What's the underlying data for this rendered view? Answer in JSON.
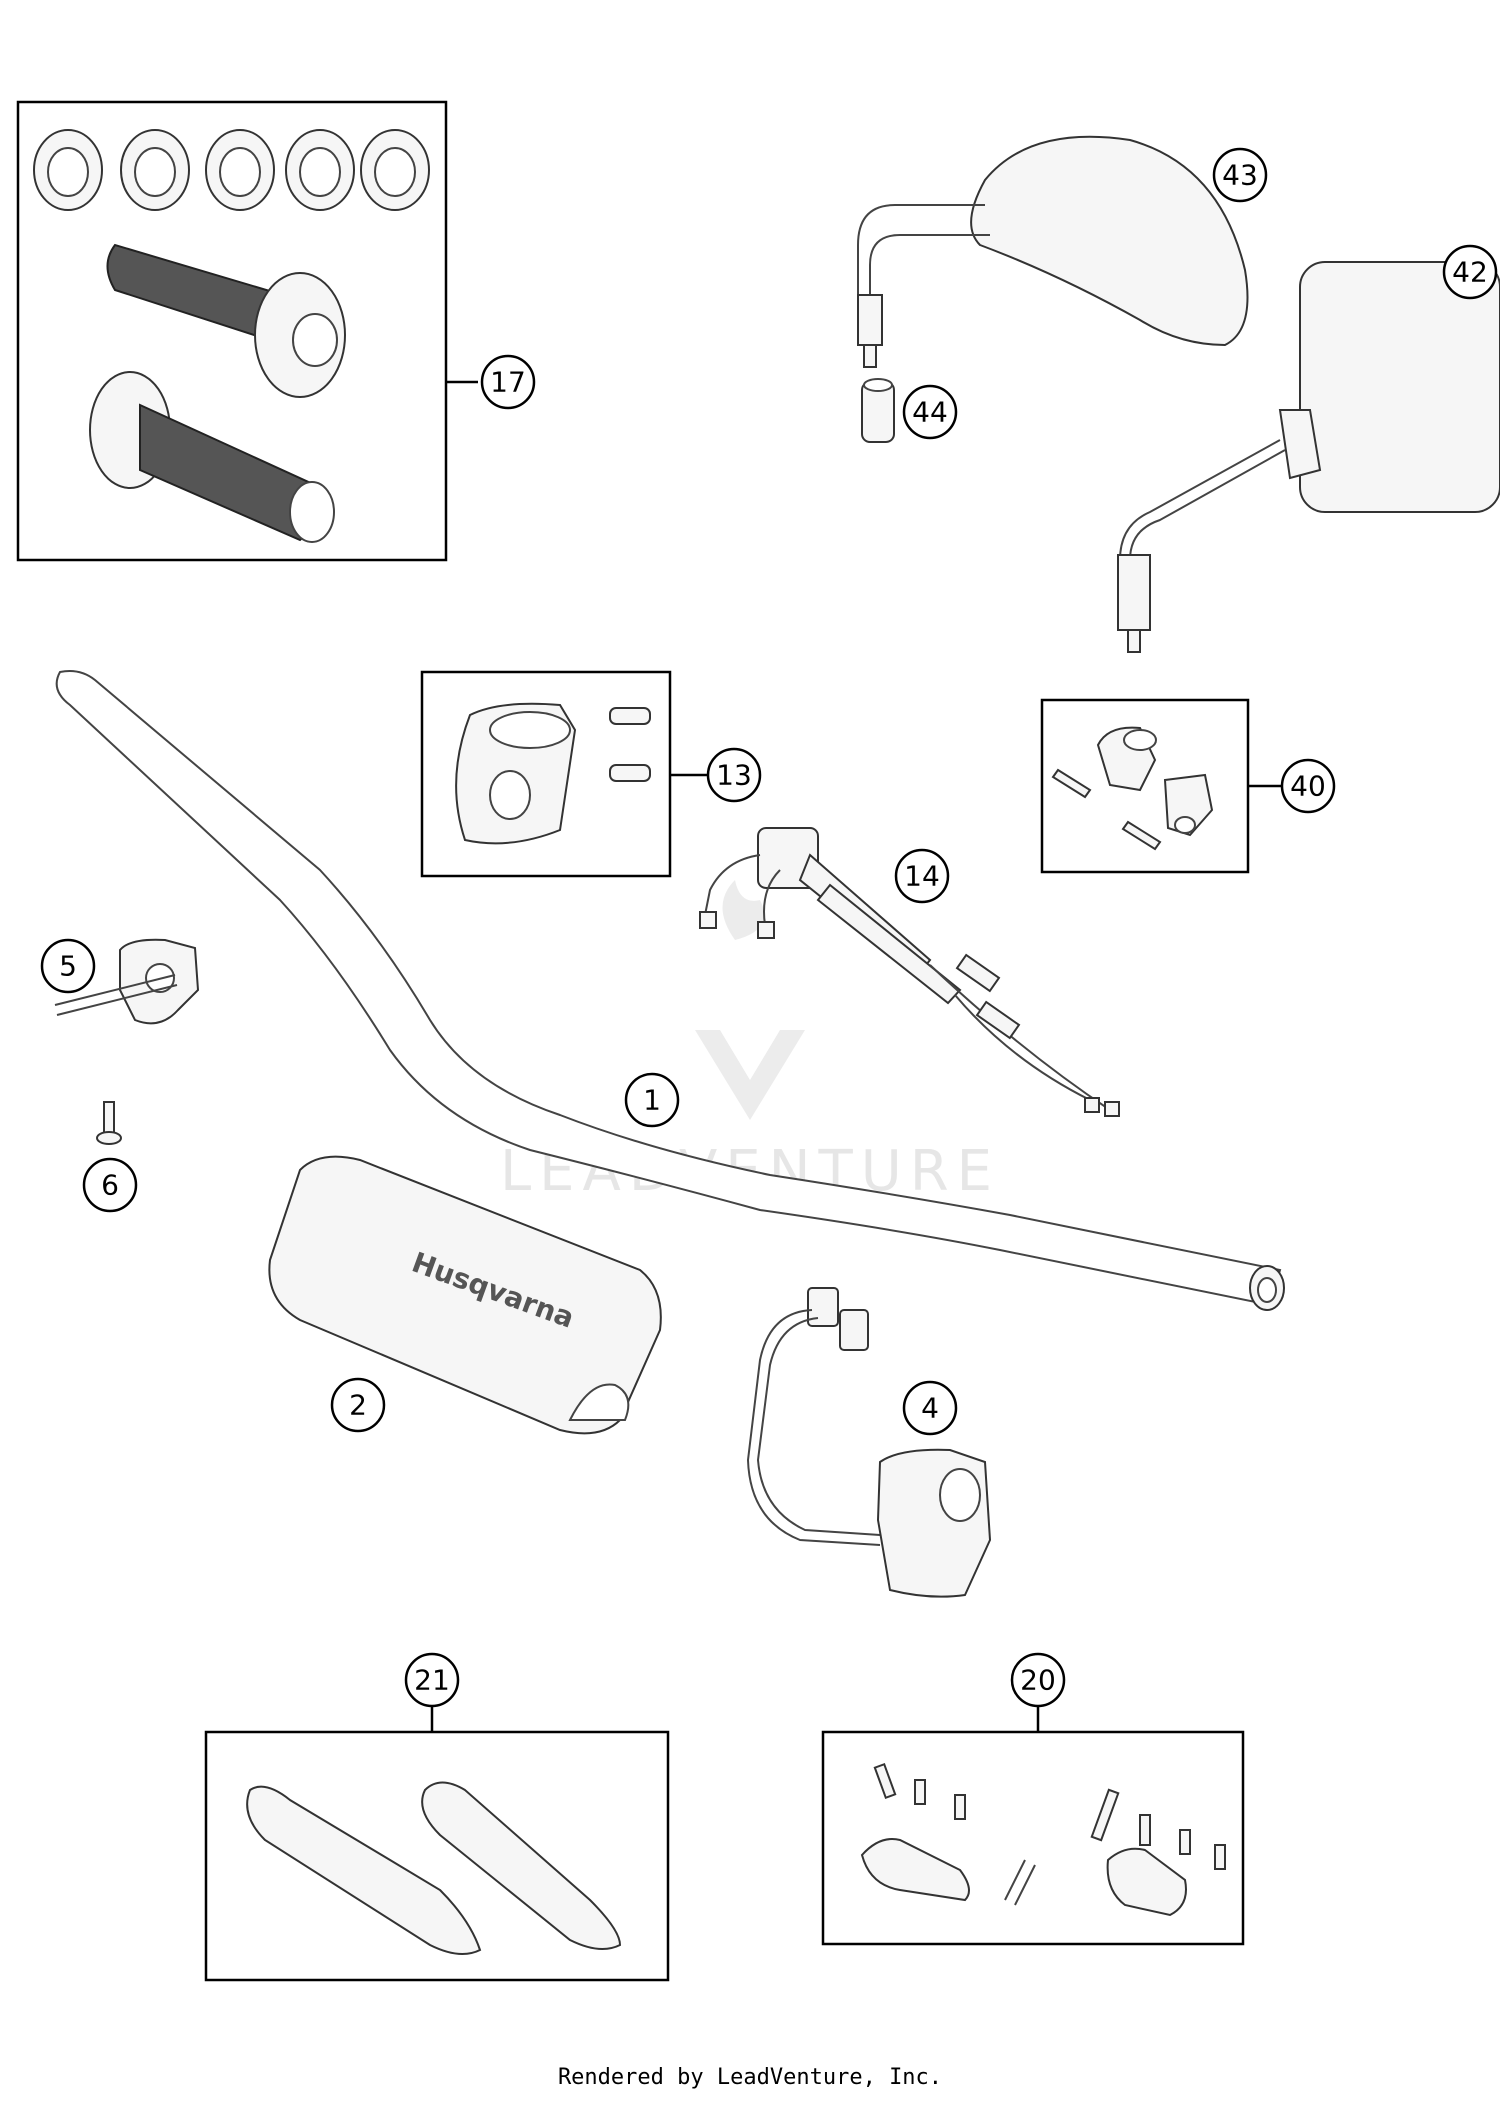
{
  "callouts": {
    "c1": "1",
    "c2": "2",
    "c4": "4",
    "c5": "5",
    "c6": "6",
    "c13": "13",
    "c14": "14",
    "c17": "17",
    "c20": "20",
    "c21": "21",
    "c40": "40",
    "c42": "42",
    "c43": "43",
    "c44": "44"
  },
  "brand_logo_text": "Husqvarna",
  "watermark": "LEADVENTURE",
  "footer": "Rendered by LeadVenture, Inc."
}
